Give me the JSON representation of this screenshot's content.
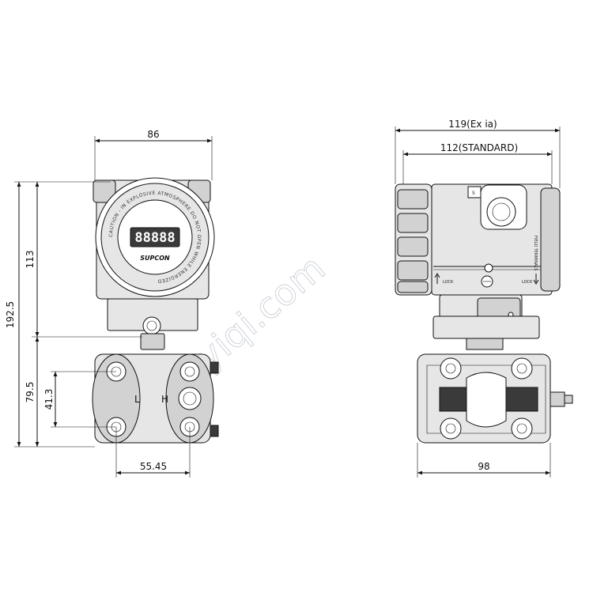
{
  "dimensions": {
    "front_width": "86",
    "front_total_height": "192.5",
    "front_housing_height": "113",
    "front_flange_height": "79.5",
    "front_bolt_vertical": "41.3",
    "front_bolt_horizontal": "55.45",
    "side_width_ex_ia": "119(Ex ia)",
    "side_width_standard": "112(STANDARD)",
    "side_flange_width": "98"
  },
  "labels": {
    "display_digits": "88888",
    "brand": "SUPCON",
    "low_side": "L",
    "high_side": "H",
    "caution_ring": "CAUTION - IN EXPLOSIVE ATMOSPHERE DO NOT OPEN WHILE ENERGIZED",
    "s_mark": "S",
    "field_terminals": "FIELD TERMINALS",
    "lock_left": "LOCK",
    "lock_right": "LOCK",
    "watermark": "yiqi.com"
  },
  "colors": {
    "line": "#111111",
    "housing_fill": "#e6e6e6",
    "shade_fill": "#d2d2d2",
    "dark_fill": "#3a3a3a",
    "watermark": "#cfd3da"
  }
}
